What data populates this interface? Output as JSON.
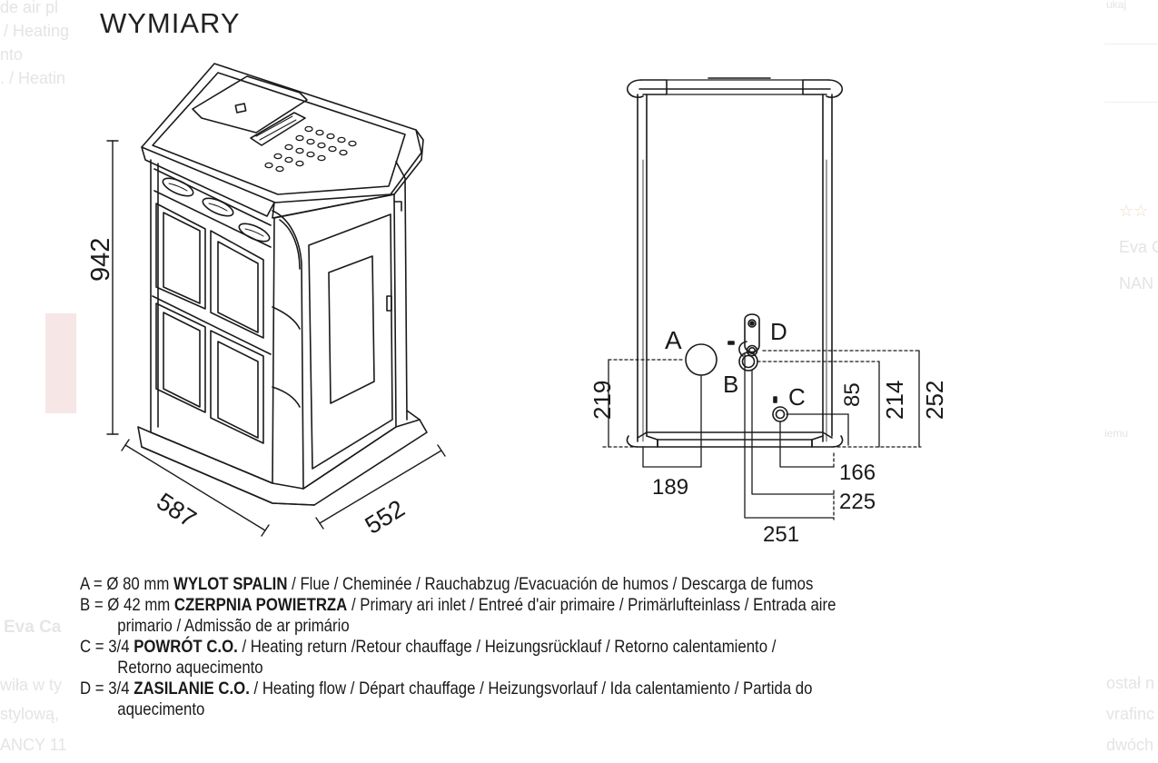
{
  "title": "WYMIARY",
  "front_view": {
    "height": "942",
    "depth": "587",
    "width": "552"
  },
  "rear_view": {
    "labels": {
      "a": "A",
      "b": "B",
      "c": "C",
      "d": "D"
    },
    "dims": {
      "d219": "219",
      "d214": "214",
      "d252": "252",
      "d85": "85",
      "d189": "189",
      "d166": "166",
      "d225": "225",
      "d251": "251"
    }
  },
  "legend": [
    {
      "prefix": "A = Ø 80 mm ",
      "bold": "WYLOT SPALIN",
      "rest": " / Flue / Cheminée / Rauchabzug /Evacuación de humos / Descarga de fumos",
      "cont": ""
    },
    {
      "prefix": "B = Ø 42 mm ",
      "bold": "CZERPNIA POWIETRZA",
      "rest": " / Primary ari inlet / Entreé d'air primaire / Primärlufteinlass / Entrada aire",
      "cont": "primario / Admissão de ar primário"
    },
    {
      "prefix": "C = 3/4  ",
      "bold": "POWRÓT C.O.",
      "rest": " / Heating return /Retour chauffage / Heizungsrücklauf / Retorno calentamiento /",
      "cont": "Retorno aquecimento"
    },
    {
      "prefix": "D = 3/4 ",
      "bold": "ZASILANIE C.O.",
      "rest": "  / Heating flow / Départ chauffage / Heizungsvorlauf / Ida calentamiento / Partida do",
      "cont": "aquecimento"
    }
  ],
  "background": {
    "left_top_1": "de air pl",
    "left_top_2": "/ Heating",
    "left_top_3": "nto",
    "left_top_4": ". / Heatin",
    "left_name": "Eva Ca",
    "left_p1": "wiła w ty",
    "left_p2": "stylową,",
    "left_p3": "ANCY 11",
    "right_top": "ukaj",
    "right_name": "Eva C",
    "right_model": "NAN",
    "right_small": "iemu",
    "right_p1": "ostał n",
    "right_p2": "vrafinc",
    "right_p3": "dwóch"
  },
  "colors": {
    "line": "#1a1a1a",
    "ghost": "#e4e4e4"
  }
}
